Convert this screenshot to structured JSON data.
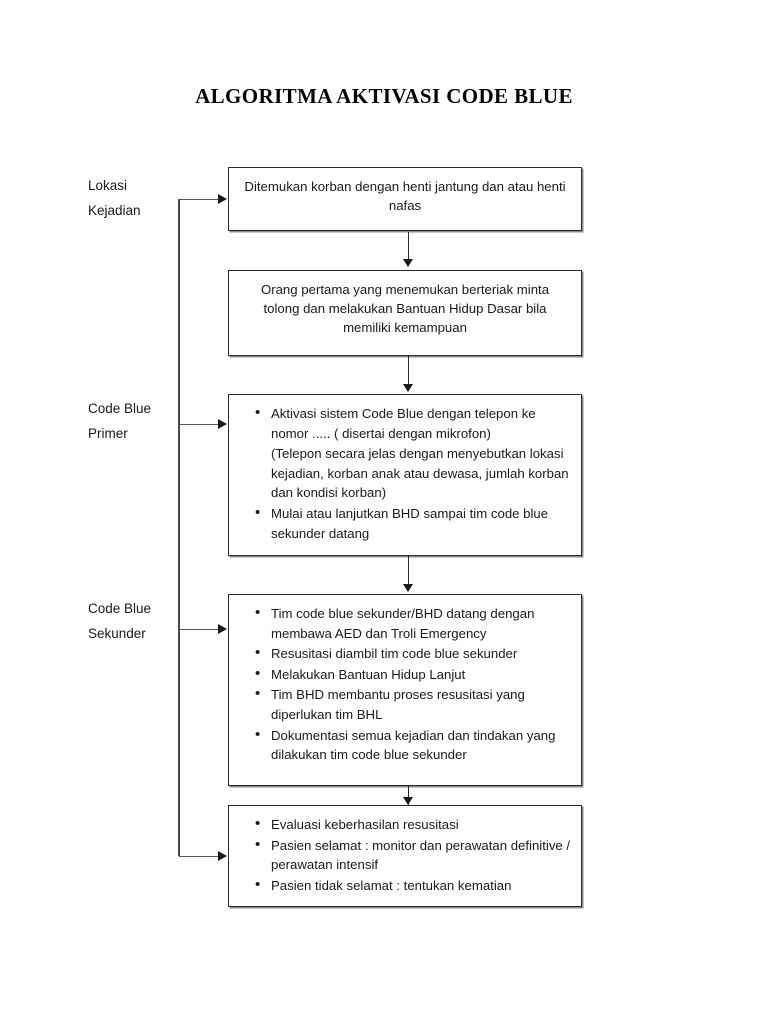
{
  "document": {
    "title": "ALGORITMA AKTIVASI CODE BLUE"
  },
  "stages": [
    {
      "id": "lokasi-kejadian",
      "line1": "Lokasi",
      "line2": "Kejadian"
    },
    {
      "id": "code-blue-primer",
      "line1": "Code Blue",
      "line2": "Primer"
    },
    {
      "id": "code-blue-sekunder",
      "line1": "Code Blue",
      "line2": "Sekunder"
    }
  ],
  "boxes": [
    {
      "id": "box-temuan-korban",
      "type": "paragraph",
      "text": "Ditemukan korban dengan henti jantung dan atau henti nafas"
    },
    {
      "id": "box-orang-pertama",
      "type": "paragraph",
      "text": "Orang pertama yang menemukan berteriak minta tolong dan melakukan Bantuan Hidup Dasar bila memiliki kemampuan"
    },
    {
      "id": "box-aktivasi-primer",
      "type": "bullets",
      "items": [
        {
          "bullet": true,
          "text": "Aktivasi sistem Code Blue dengan telepon ke nomor ..... ( disertai dengan mikrofon)"
        },
        {
          "bullet": false,
          "text": "(Telepon secara jelas dengan menyebutkan lokasi kejadian, korban anak atau dewasa, jumlah korban dan kondisi korban)"
        },
        {
          "bullet": true,
          "text": "Mulai atau lanjutkan BHD sampai tim code blue sekunder datang"
        }
      ]
    },
    {
      "id": "box-tim-sekunder",
      "type": "bullets",
      "items": [
        {
          "bullet": true,
          "text": "Tim code blue sekunder/BHD datang dengan membawa AED dan Troli Emergency"
        },
        {
          "bullet": true,
          "text": "Resusitasi diambil tim code blue sekunder"
        },
        {
          "bullet": true,
          "text": "Melakukan Bantuan Hidup Lanjut"
        },
        {
          "bullet": true,
          "text": "Tim BHD membantu proses resusitasi yang diperlukan tim BHL"
        },
        {
          "bullet": true,
          "text": "Dokumentasi semua kejadian dan tindakan yang dilakukan tim code blue sekunder"
        }
      ]
    },
    {
      "id": "box-evaluasi",
      "type": "bullets",
      "items": [
        {
          "bullet": true,
          "text": "Evaluasi keberhasilan resusitasi"
        },
        {
          "bullet": true,
          "text": "Pasien selamat : monitor dan perawatan definitive / perawatan intensif"
        },
        {
          "bullet": true,
          "text": "Pasien tidak selamat : tentukan kematian"
        }
      ]
    }
  ],
  "colors": {
    "box_border": "#2b2b2b",
    "connector": "#1a1a1a",
    "text": "#1a1a1a",
    "background": "#ffffff"
  }
}
